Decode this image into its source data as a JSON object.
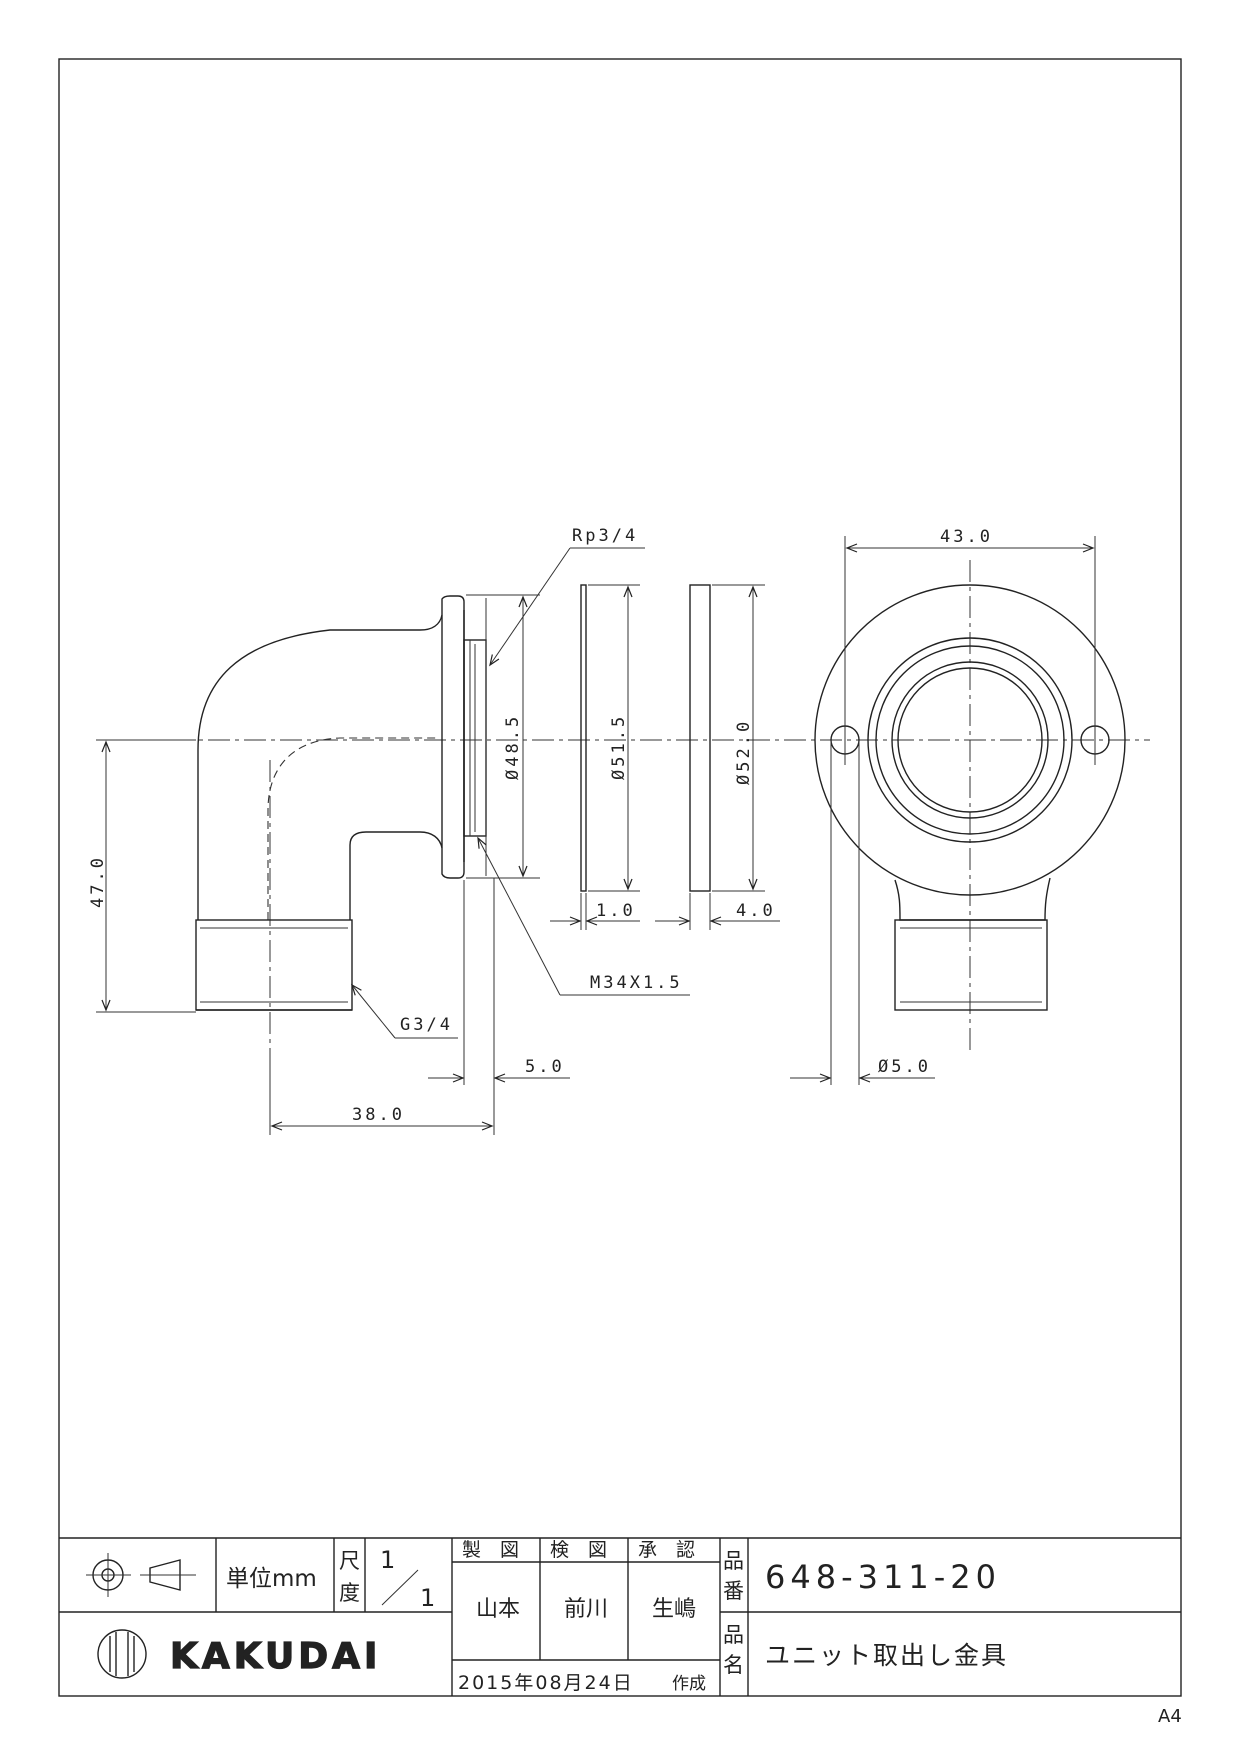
{
  "drawing": {
    "labels": {
      "rp": "Rp3/4",
      "m34": "M34X1.5",
      "g": "G3/4",
      "d48": "Ø48.5",
      "d51": "Ø51.5",
      "d52": "Ø52.0",
      "t1": "1.0",
      "t4": "4.0",
      "h47": "47.0",
      "w5": "5.0",
      "w38": "38.0",
      "w43": "43.0",
      "hole5": "Ø5.0"
    }
  },
  "title_block": {
    "unit_label": "単位mm",
    "scale_label_1": "尺",
    "scale_label_2": "度",
    "scale_num": "1",
    "scale_den": "1",
    "roles": [
      "製　図",
      "検　図",
      "承　認"
    ],
    "names": [
      "山本",
      "前川",
      "生嶋"
    ],
    "part_no_label_1": "品",
    "part_no_label_2": "番",
    "part_no": "648-311-20",
    "part_name_label_1": "品",
    "part_name_label_2": "名",
    "part_name": "ユニット取出し金具",
    "company": "KAKUDAI",
    "date": "2015年08月24日",
    "date_suffix": "作成"
  },
  "sheet_size": "A4"
}
